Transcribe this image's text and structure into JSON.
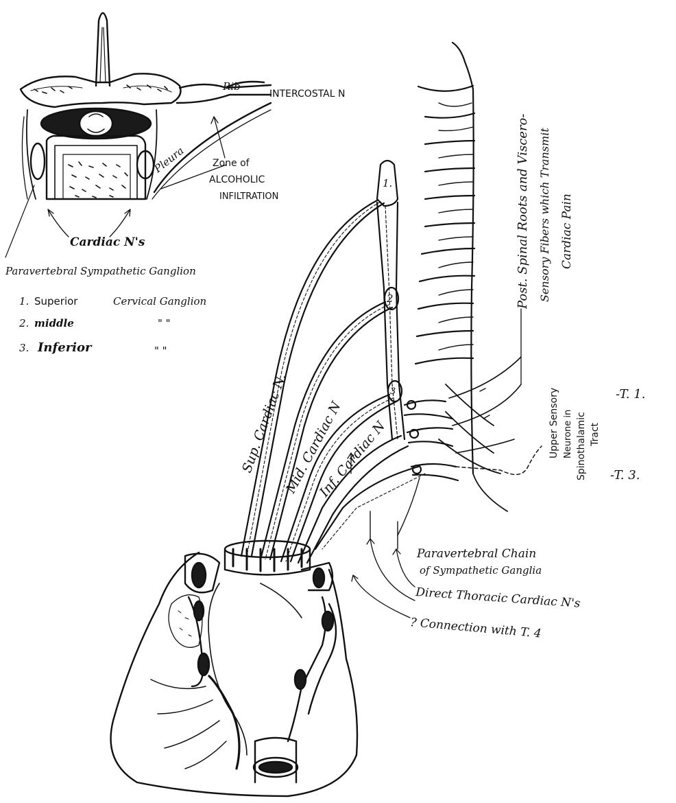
{
  "vertebra": {
    "rib": "Rib",
    "intercostal": "INTERCOSTAL N",
    "pleura": "Pleura",
    "zone_line1": "Zone of",
    "zone_line2": "ALCOHOLIC",
    "zone_line3": "INFILTRATION",
    "cardiac_ns": "Cardiac N's",
    "paravertebral_ganglion": "Paravertebral Sympathetic Ganglion"
  },
  "ganglia_list": [
    {
      "num": "1.",
      "name": "Superior",
      "rest": "Cervical Ganglion"
    },
    {
      "num": "2.",
      "name": "middle",
      "rest": "\"   \""
    },
    {
      "num": "3.",
      "name": "Inferior",
      "rest": "\"   \""
    }
  ],
  "ganglion_numbers": [
    "1.",
    "2",
    "3"
  ],
  "nerves": {
    "sup": "Sup. Cardiac N.",
    "mid": "Mid. Cardiac N",
    "inf": "Inf. Cardiac N"
  },
  "right_labels": {
    "post_line1": "Post. Spinal Roots and Viscero-",
    "post_line2": "Sensory Fibers which Transmit",
    "post_line3": "Cardiac Pain",
    "upper_line1": "Upper Sensory",
    "upper_line2": "Neurone in",
    "upper_line3": "Spinothalamic",
    "upper_line4": "Tract",
    "t1": "-T. 1.",
    "t3": "-T. 3."
  },
  "bottom_labels": {
    "chain_line1": "Paravertebral Chain",
    "chain_line2": "of Sympathetic Ganglia",
    "direct": "Direct Thoracic Cardiac N's",
    "connection": "? Connection with T. 4"
  }
}
